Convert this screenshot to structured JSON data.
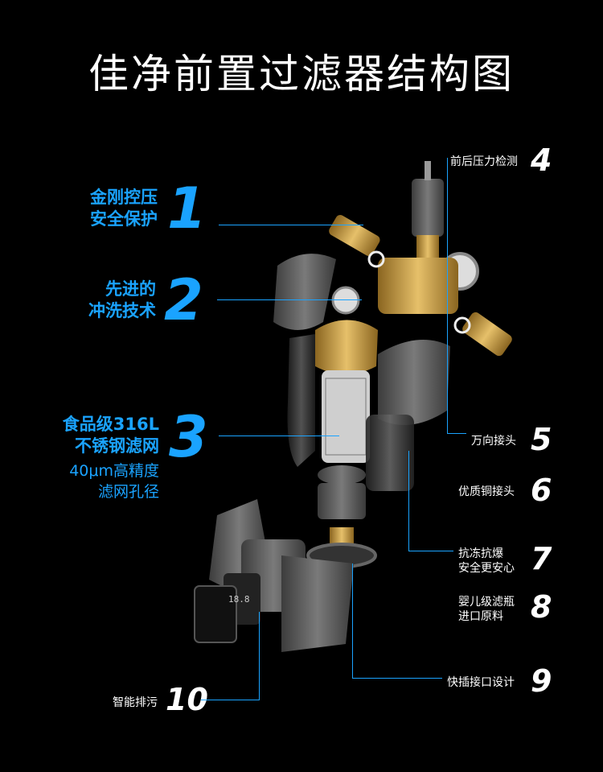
{
  "title": "佳净前置过滤器结构图",
  "left_callouts": [
    {
      "number": "1",
      "lines": [
        "金刚控压",
        "安全保护"
      ]
    },
    {
      "number": "2",
      "lines": [
        "先进的",
        "冲洗技术"
      ]
    },
    {
      "number": "3",
      "lines": [
        "食品级316L",
        "不锈钢滤网"
      ],
      "sub_lines": [
        "40μm高精度",
        "滤网孔径"
      ]
    },
    {
      "number": "10",
      "lines": [
        "智能排污"
      ]
    }
  ],
  "right_callouts": [
    {
      "number": "4",
      "lines": [
        "前后压力检测"
      ]
    },
    {
      "number": "5",
      "lines": [
        "万向接头"
      ]
    },
    {
      "number": "6",
      "lines": [
        "优质铜接头"
      ]
    },
    {
      "number": "7",
      "lines": [
        "抗冻抗爆",
        "安全更安心"
      ]
    },
    {
      "number": "8",
      "lines": [
        "婴儿级滤瓶",
        "进口原料"
      ]
    },
    {
      "number": "9",
      "lines": [
        "快插接口设计"
      ]
    }
  ],
  "display_digits": "18.8",
  "colors": {
    "accent": "#1aa3ff",
    "background": "#000000",
    "brass": "#c99a3e",
    "housing": "#5a5a5a"
  }
}
